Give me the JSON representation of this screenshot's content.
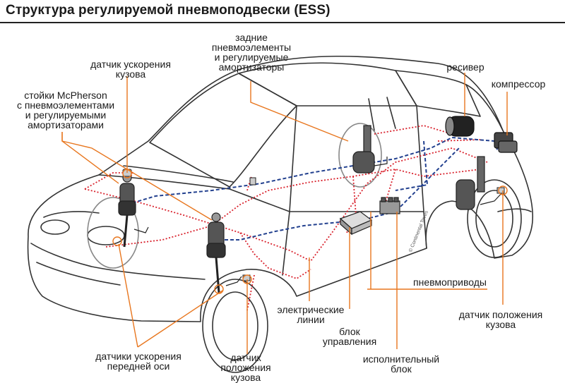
{
  "title": "Структура регулируемой пневмоподвески (ESS)",
  "labels": {
    "body_accel_sensor": [
      "датчик ускорения",
      "кузова"
    ],
    "front_struts": [
      "стойки McPherson",
      "с пневмоэлементами",
      "и регулируемыми",
      "амортизаторами"
    ],
    "rear_elements": [
      "задние",
      "пневмоэлементы",
      "и регулируемые",
      "амортизаторы"
    ],
    "receiver": "ресивер",
    "compressor": "компрессор",
    "pneumatic_drives": "пневмоприводы",
    "electric_lines": [
      "электрические",
      "линии"
    ],
    "rear_height_sensor": [
      "датчик положения",
      "кузова"
    ],
    "control_unit": [
      "блок",
      "управления"
    ],
    "actuator_block": [
      "исполнительный",
      "блок"
    ],
    "front_axle_accel": [
      "датчики ускорения",
      "передней оси"
    ],
    "front_height_sensor": [
      "датчик",
      "положения",
      "кузова"
    ]
  },
  "copyright": "© Continental Teves",
  "colors": {
    "leader": "#e8761e",
    "electric": "#d9232e",
    "pneumatic": "#23418f",
    "outline": "#333333",
    "title_rule": "#222222"
  },
  "icons": [
    "car-outline",
    "air-strut",
    "receiver-tank",
    "compressor-unit",
    "control-unit-box",
    "valve-block",
    "sensor"
  ]
}
